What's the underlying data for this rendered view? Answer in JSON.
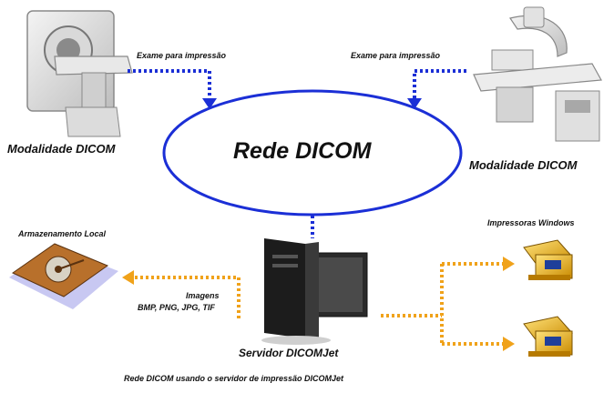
{
  "diagram": {
    "center_network": "Rede DICOM",
    "left_modality": {
      "label": "Modalidade DICOM",
      "link_label": "Exame para impressão"
    },
    "right_modality": {
      "label": "Modalidade DICOM",
      "link_label": "Exame para impressão"
    },
    "storage": {
      "label": "Armazenamento Local",
      "formats_title": "Imagens",
      "formats": "BMP, PNG, JPG, TIF"
    },
    "printers": {
      "label": "Impressoras Windows"
    },
    "server": {
      "label": "Servidor DICOMJet"
    },
    "caption": "Rede DICOM usando o servidor de impressão DICOMJet"
  },
  "colors": {
    "network_link": "#1b2fd6",
    "output_link": "#f0a21a",
    "ellipse_stroke": "#1b2fd6"
  }
}
